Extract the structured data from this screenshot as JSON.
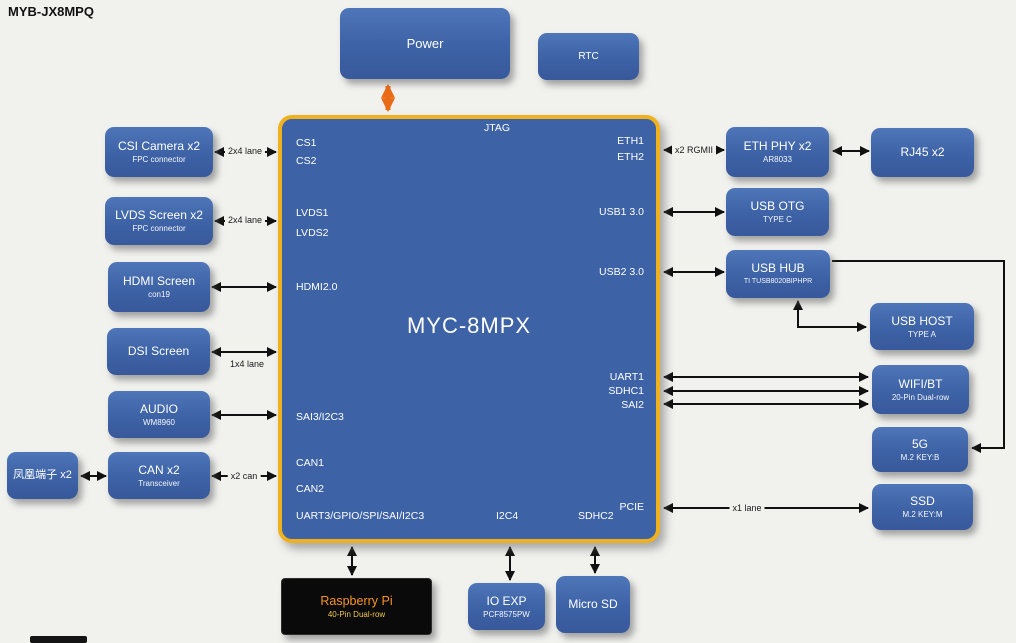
{
  "title": "MYB-JX8MPQ",
  "soc": {
    "name": "MYC-8MPX",
    "pins": {
      "jtag": "JTAG",
      "cs1": "CS1",
      "cs2": "CS2",
      "lvds1": "LVDS1",
      "lvds2": "LVDS2",
      "hdmi": "HDMI2.0",
      "sai3": "SAI3/I2C3",
      "can1": "CAN1",
      "can2": "CAN2",
      "uart3": "UART3/GPIO/SPI/SAI/I2C3",
      "i2c4": "I2C4",
      "sdhc2": "SDHC2",
      "eth1": "ETH1",
      "eth2": "ETH2",
      "usb1": "USB1 3.0",
      "usb2": "USB2 3.0",
      "uart1": "UART1",
      "sdhc1": "SDHC1",
      "sai2": "SAI2",
      "pcie": "PCIE"
    }
  },
  "blocks": {
    "power": {
      "title": "Power"
    },
    "rtc": {
      "title": "RTC"
    },
    "csi": {
      "title": "CSI Camera x2",
      "subtitle": "FPC  connector"
    },
    "lvds": {
      "title": "LVDS Screen x2",
      "subtitle": "FPC  connector"
    },
    "hdmi": {
      "title": "HDMI Screen",
      "subtitle": "con19"
    },
    "dsi": {
      "title": "DSI Screen"
    },
    "audio": {
      "title": "AUDIO",
      "subtitle": "WM8960"
    },
    "can": {
      "title": "CAN x2",
      "subtitle": "Transceiver"
    },
    "phoenix": {
      "title": "凤凰端子 x2"
    },
    "ethphy": {
      "title": "ETH PHY x2",
      "subtitle": "AR8033"
    },
    "rj45": {
      "title": "RJ45 x2"
    },
    "usbotg": {
      "title": "USB OTG",
      "subtitle": "TYPE C"
    },
    "usbhub": {
      "title": "USB HUB",
      "subtitle": "TI  TUSB8020BIPHPR"
    },
    "usbhost": {
      "title": "USB HOST",
      "subtitle": "TYPE A"
    },
    "wifibt": {
      "title": "WIFI/BT",
      "subtitle": "20-Pin Dual-row"
    },
    "fiveg": {
      "title": "5G",
      "subtitle": "M.2 KEY:B"
    },
    "ssd": {
      "title": "SSD",
      "subtitle": "M.2 KEY:M"
    },
    "raspi": {
      "title": "Raspberry Pi",
      "subtitle": "40-Pin Dual-row"
    },
    "ioexp": {
      "title": "IO  EXP",
      "subtitle": "PCF8575PW"
    },
    "microsd": {
      "title": "Micro SD"
    }
  },
  "labels": {
    "csi_lane": "2x4 lane",
    "lvds_lane": "2x4 lane",
    "dsi_lane": "1x4  lane",
    "can_bus": "x2 can",
    "rgmii": "x2 RGMII",
    "pcie_lane": "x1 lane"
  },
  "colors": {
    "block_blue": "#3d62a6",
    "soc_border_gold": "#efb11d",
    "power_arrow_orange": "#e96b17",
    "background": "#f1f1ee"
  }
}
